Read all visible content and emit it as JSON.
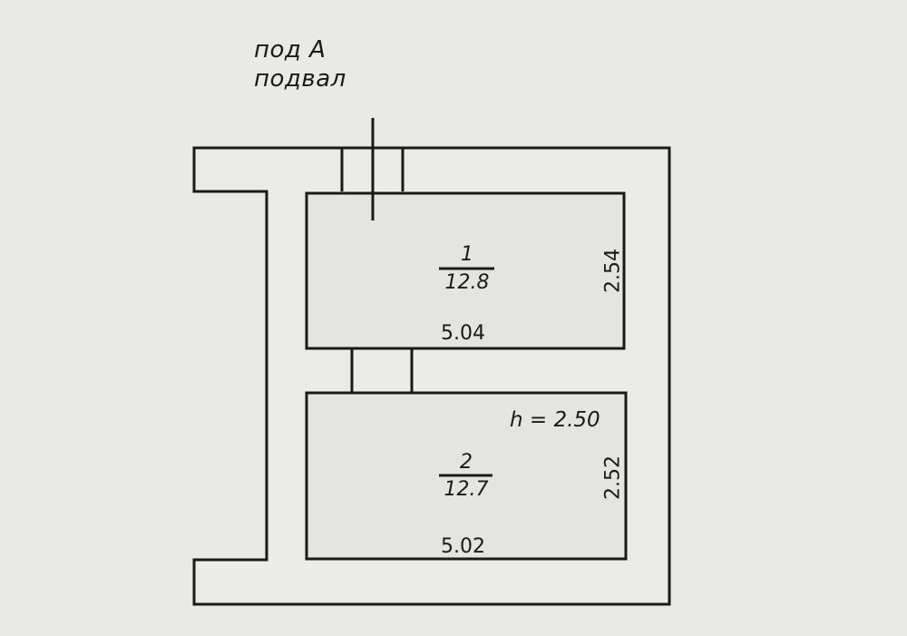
{
  "plan": {
    "entrance": "под А",
    "level": "подвал",
    "height_note": "h = 2.50",
    "rooms": [
      {
        "number": "1",
        "area": "12.8",
        "length": "5.04",
        "width": "2.54"
      },
      {
        "number": "2",
        "area": "12.7",
        "length": "5.02",
        "width": "2.52"
      }
    ]
  },
  "colors": {
    "paper": "#e9e9e7",
    "line": "#1a1a1a",
    "wall": "#ebebe9"
  }
}
